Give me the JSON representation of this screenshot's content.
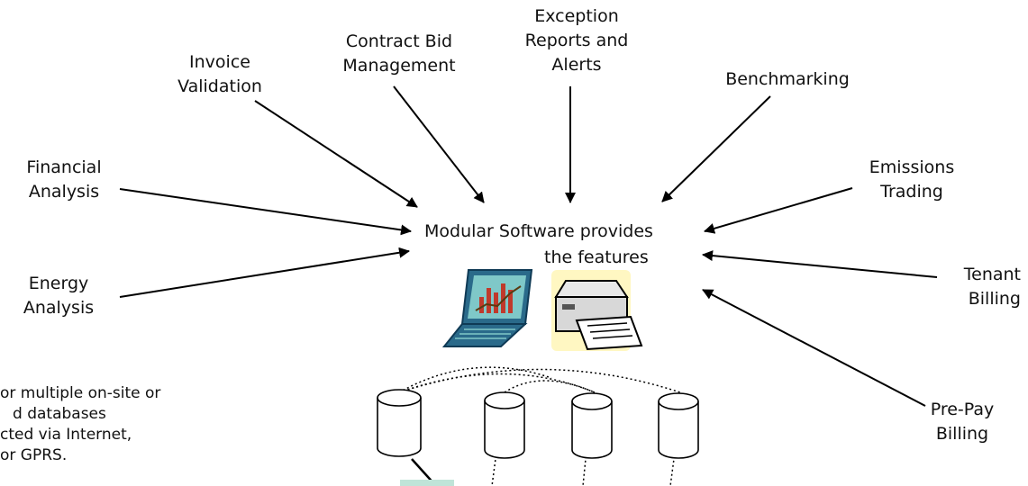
{
  "center": {
    "line1": "Modular Software provides",
    "line2": "the features"
  },
  "features": {
    "invoice_validation": [
      "Invoice",
      "Validation"
    ],
    "contract_bid": [
      "Contract Bid",
      "Management"
    ],
    "exception_reports": [
      "Exception",
      "Reports and",
      "Alerts"
    ],
    "benchmarking": [
      "Benchmarking"
    ],
    "financial_analysis": [
      "Financial",
      "Analysis"
    ],
    "emissions_trading": [
      "Emissions",
      "Trading"
    ],
    "energy_analysis": [
      "Energy",
      "Analysis"
    ],
    "tenant_billing": [
      "Tenant",
      "Billing"
    ],
    "prepay_billing": [
      "Pre-Pay",
      "Billing"
    ]
  },
  "databases_note": [
    "or multiple on-site or",
    "d databases",
    "cted via Internet,",
    "or GPRS."
  ],
  "icons": [
    "laptop-chart-icon",
    "printer-icon",
    "database-icon"
  ],
  "colors": {
    "arrow": "#000000",
    "laptop": "#2a6a8a",
    "screen": "#7fc8c8",
    "printer": "#d8d8d8",
    "paper_bg": "#fff7c2",
    "accent": "#bfe4d8"
  }
}
